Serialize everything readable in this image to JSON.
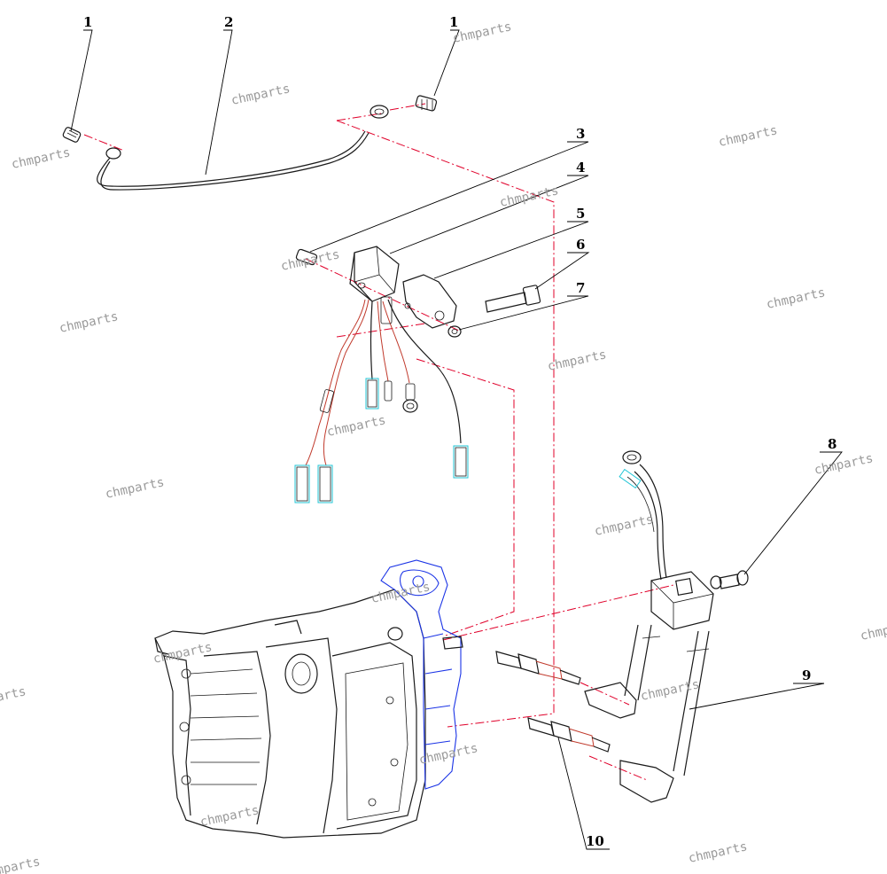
{
  "watermark": "chmparts",
  "callouts": [
    "1",
    "2",
    "1",
    "3",
    "4",
    "5",
    "6",
    "7",
    "8",
    "9",
    "10"
  ],
  "colors": {
    "centerline": "#e0002a",
    "highlight_block": "#1a33e6",
    "connector": "#22c5d6",
    "line": "#1a1a1a",
    "watermark": "#9a9a9a"
  }
}
